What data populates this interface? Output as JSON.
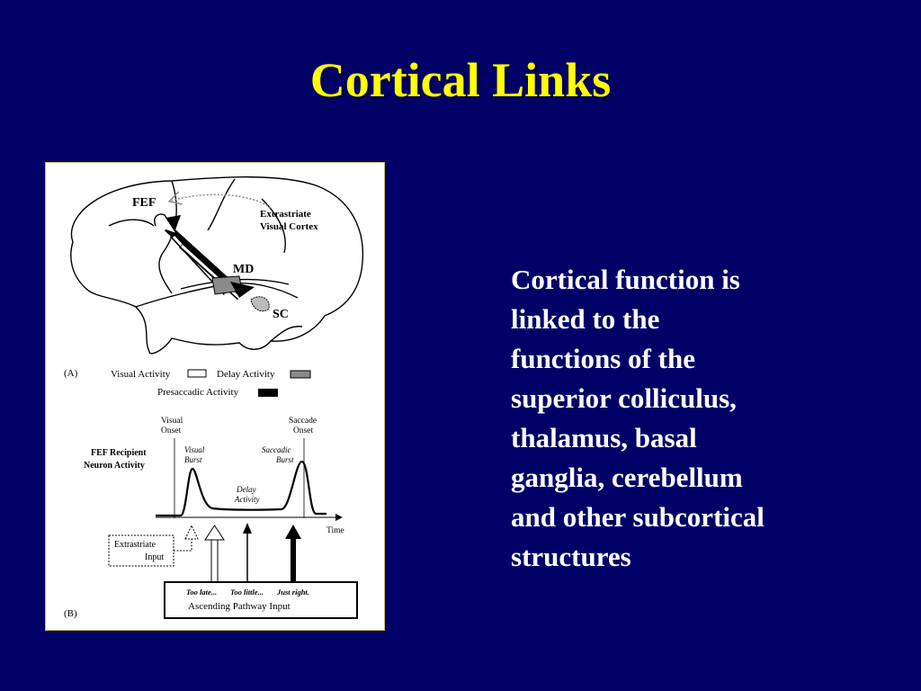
{
  "slide": {
    "title": "Cortical Links",
    "body_lines": [
      "Cortical function is",
      "linked to the",
      "functions of the",
      "superior colliculus,",
      "thalamus, basal",
      "ganglia, cerebellum",
      "and other subcortical",
      "structures"
    ]
  },
  "figure": {
    "panel_a": {
      "panel_label": "(A)",
      "region_labels": {
        "fef": "FEF",
        "extrastriate_line1": "Extrastriate",
        "extrastriate_line2": "Visual Cortex",
        "md": "MD",
        "sc": "SC"
      },
      "legend": {
        "visual": "Visual Activity",
        "delay": "Delay Activity",
        "presaccadic": "Presaccadic Activity"
      }
    },
    "panel_b": {
      "panel_label": "(B)",
      "visual_onset_line1": "Visual",
      "visual_onset_line2": "Onset",
      "saccade_onset_line1": "Saccade",
      "saccade_onset_line2": "Onset",
      "neuron_label_line1": "FEF Recipient",
      "neuron_label_line2": "Neuron Activity",
      "visual_burst_line1": "Visual",
      "visual_burst_line2": "Burst",
      "saccadic_burst_line1": "Saccadic",
      "saccadic_burst_line2": "Burst",
      "delay_activity_line1": "Delay",
      "delay_activity_line2": "Activity",
      "time_label": "Time",
      "extrastriate_input_line1": "Extrastriate",
      "extrastriate_input_line2": "Input",
      "too_late": "Too late...",
      "too_little": "Too little...",
      "just_right": "Just right.",
      "ascending_input": "Ascending Pathway Input"
    }
  },
  "colors": {
    "background": "#000066",
    "title": "#ffff00",
    "body_text": "#ffffff",
    "delay_fill": "#8a8a8a",
    "presaccadic_fill": "#000000"
  }
}
